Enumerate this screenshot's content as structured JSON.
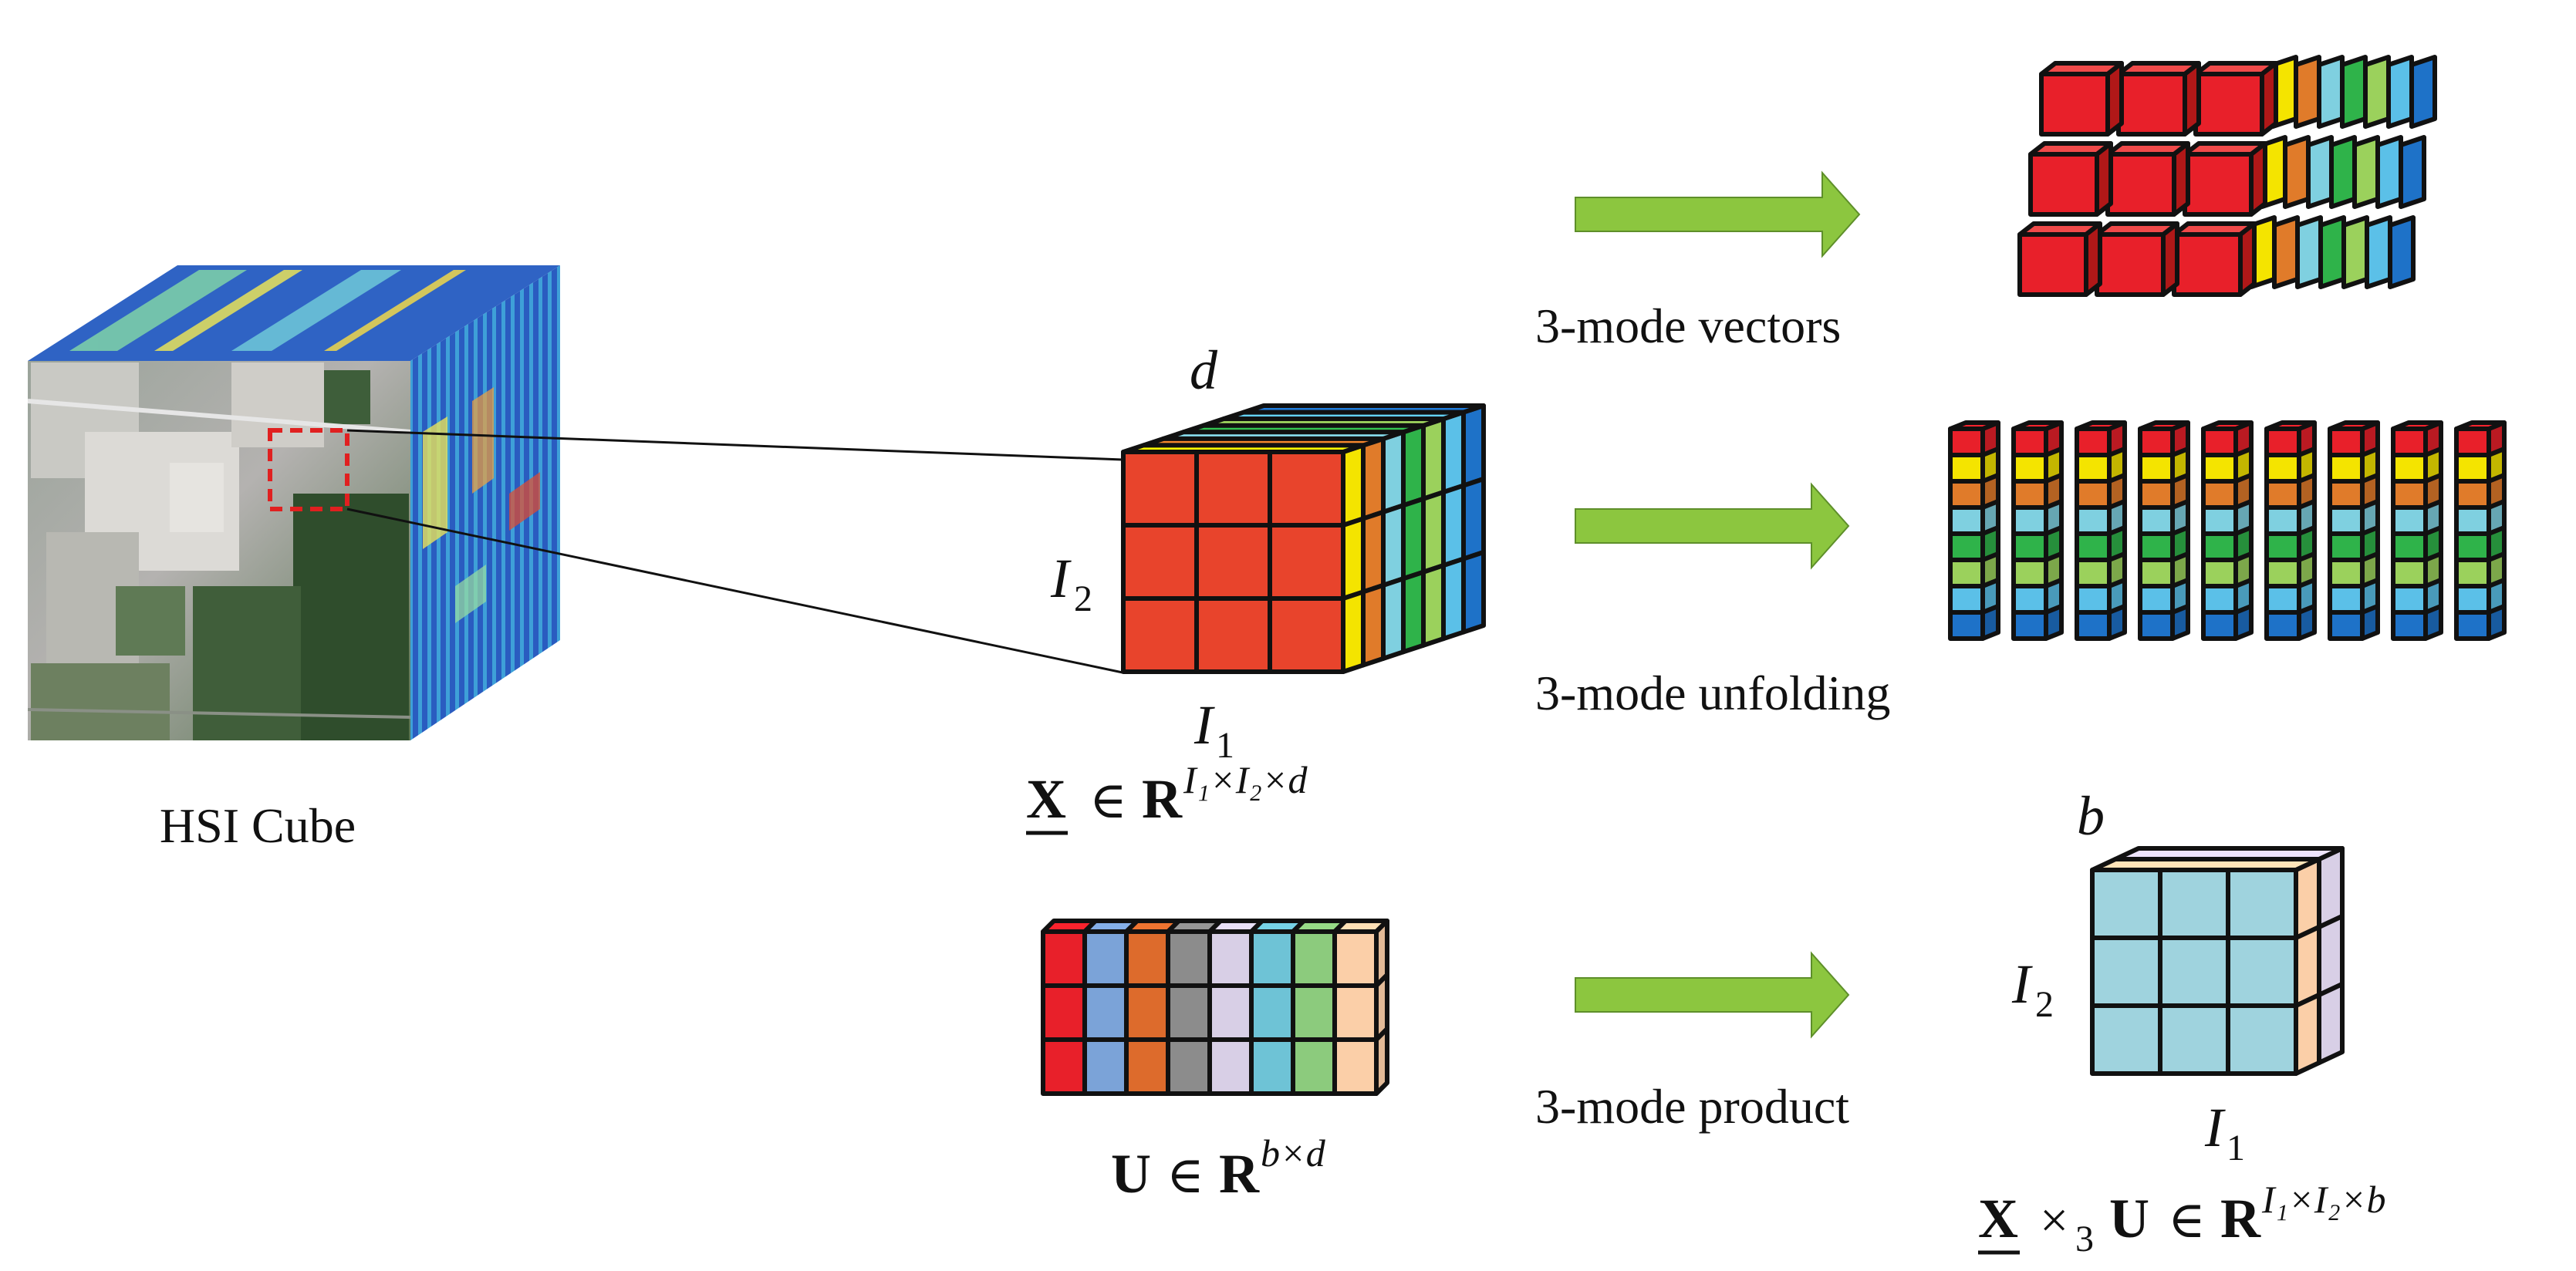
{
  "labels": {
    "hsi_cube": "HSI Cube",
    "mode_vectors": "3-mode vectors",
    "mode_unfolding": "3-mode unfolding",
    "mode_product": "3-mode product"
  },
  "axes": {
    "d": "d",
    "b": "b",
    "I": "I",
    "sub1": "1",
    "sub2": "2"
  },
  "equations": {
    "tensor_X": "X",
    "in": "∈",
    "R": "R",
    "U": "U",
    "times3": "×",
    "mode3": "3",
    "sup_tensor": "I₁×I₂×d",
    "sup_U": "b×d",
    "sup_product": "I₁×I₂×b"
  },
  "colors": {
    "tensor_front": "#e8442c",
    "product_front": "#9fd3de",
    "arrow": "#8cc63f",
    "zoom_box": "#e02020",
    "bands": [
      "#e8202a",
      "#f4e400",
      "#e07b2a",
      "#7fd0e0",
      "#2fb34a",
      "#9bd15c",
      "#5bc0e8",
      "#1e72c8"
    ],
    "U_columns": [
      "#e8202a",
      "#7ba3d8",
      "#dd6b2c",
      "#8c8c8c",
      "#d8cfe6",
      "#6ec3d6",
      "#8ccb7d",
      "#fbcfa8"
    ]
  }
}
